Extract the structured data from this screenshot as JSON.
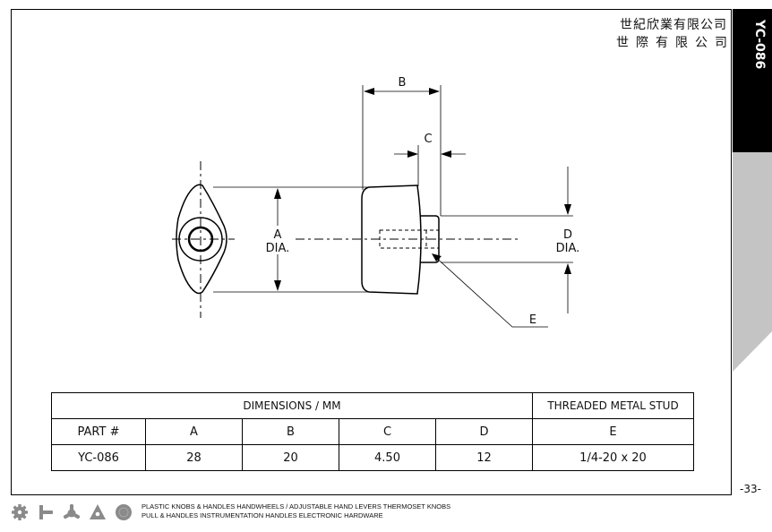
{
  "company": {
    "name_line1": "世紀欣業有限公司",
    "name_line2": "世際有限公司"
  },
  "sidebar": {
    "code": "YC-086"
  },
  "page_number": "-33-",
  "drawing": {
    "label_a": "A",
    "label_a_dia": "DIA.",
    "label_b": "B",
    "label_c": "C",
    "label_d": "D",
    "label_d_dia": "DIA.",
    "label_e": "E"
  },
  "table": {
    "group_header": "DIMENSIONS / MM",
    "stud_header": "THREADED METAL STUD",
    "columns": [
      "PART #",
      "A",
      "B",
      "C",
      "D",
      "E"
    ],
    "row": [
      "YC-086",
      "28",
      "20",
      "4.50",
      "12",
      "1/4-20 x 20"
    ]
  },
  "footer": {
    "line1": "PLASTIC KNOBS & HANDLES HANDWHEELS / ADJUSTABLE HAND LEVERS THERMOSET KNOBS",
    "line2": "PULL & HANDLES INSTRUMENTATION HANDLES ELECTRONIC HARDWARE",
    "icons": [
      "gear-icon",
      "lever-icon",
      "star-knob-icon",
      "triangle-knob-icon",
      "round-knob-icon"
    ]
  },
  "colors": {
    "sidebar_black": "#000000",
    "sidebar_grey": "#c4c4c4",
    "icon_grey": "#8a8a8a"
  }
}
